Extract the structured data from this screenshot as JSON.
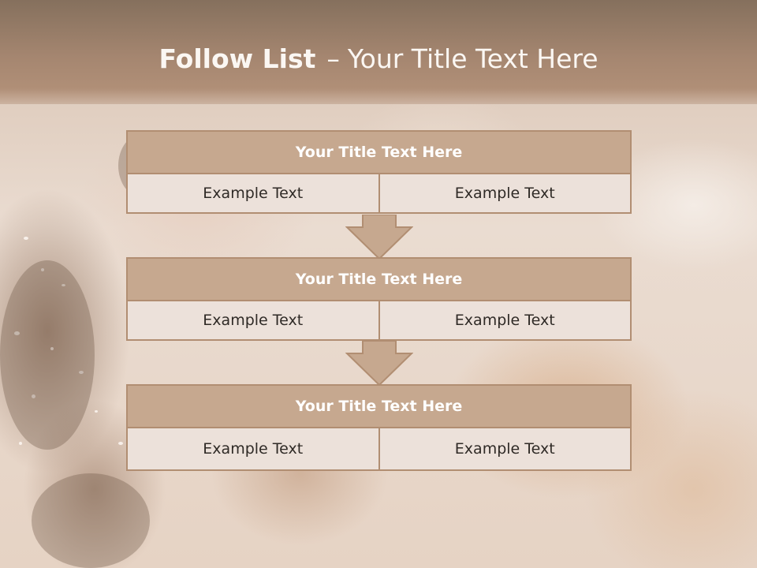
{
  "page": {
    "title_bold": "Follow List",
    "title_dash": "–",
    "title_rest": "Your Title Text Here"
  },
  "steps": [
    {
      "title": "Your Title Text Here",
      "left": "Example Text",
      "right": "Example Text"
    },
    {
      "title": "Your Title Text Here",
      "left": "Example Text",
      "right": "Example Text"
    },
    {
      "title": "Your Title Text Here",
      "left": "Example Text",
      "right": "Example Text"
    }
  ],
  "colors": {
    "header": "#a58670",
    "title_box": "#c6a88f",
    "cell_box": "#ece1da",
    "border": "#b18e72",
    "arrow_fill": "#c6a88f"
  }
}
